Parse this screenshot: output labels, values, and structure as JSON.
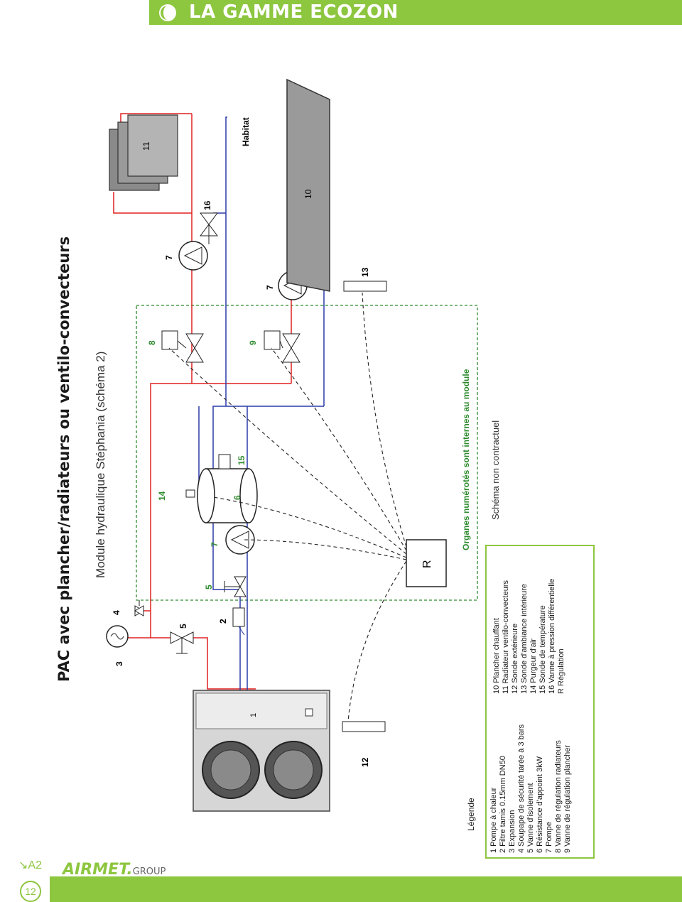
{
  "header": {
    "title": "LA GAMME ECOZON",
    "accent": "#8dc63f"
  },
  "page": {
    "title": "PAC avec plancher/radiateurs ou ventilo-convecteurs",
    "subtitle": "Module hydraulique Stéphania (schéma 2)",
    "note": "Schéma non contractuel",
    "ref": "A2",
    "page_number": "12",
    "brand": "AIRMET",
    "brand_suffix": "GROUP"
  },
  "diagram": {
    "labels": {
      "n1": "1",
      "n2": "2",
      "n3": "3",
      "n4": "4",
      "n5a": "5",
      "n5b": "5",
      "n6": "6",
      "n7a": "7",
      "n7b": "7",
      "n7c": "7",
      "n8": "8",
      "n9": "9",
      "n10": "10",
      "n11": "11",
      "n12": "12",
      "n13": "13",
      "n14": "14",
      "n15": "15",
      "n16": "16",
      "r": "R",
      "habitat": "Habitat",
      "module_note": "Organes numérotés sont internes au module"
    },
    "colors": {
      "hot": "#e02020",
      "cold": "#2a3aa8",
      "module": "#2e8b2e"
    }
  },
  "legend": {
    "heading": "Légende",
    "col1": [
      "1 Pompe à chaleur",
      "2 Filtre tamis 0.15mm DN50",
      "3 Expansion",
      "4 Soupape de sécurité tarée à 3 bars",
      "5 Vanne d'isolement",
      "6 Résistance d'appoint 3kW",
      "7 Pompe",
      "8 Vanne de régulation radiateurs",
      "9 Vanne de régulation plancher"
    ],
    "col2": [
      "10 Plancher chauffant",
      "11 Radiateur ventilo-convecteurs",
      "12 Sonde extérieure",
      "13 Sonde d'ambiance intérieure",
      "14 Purgeur d'air",
      "15 Sonde de température",
      "16 Vanne à pression différentielle",
      "R Régulation"
    ]
  }
}
